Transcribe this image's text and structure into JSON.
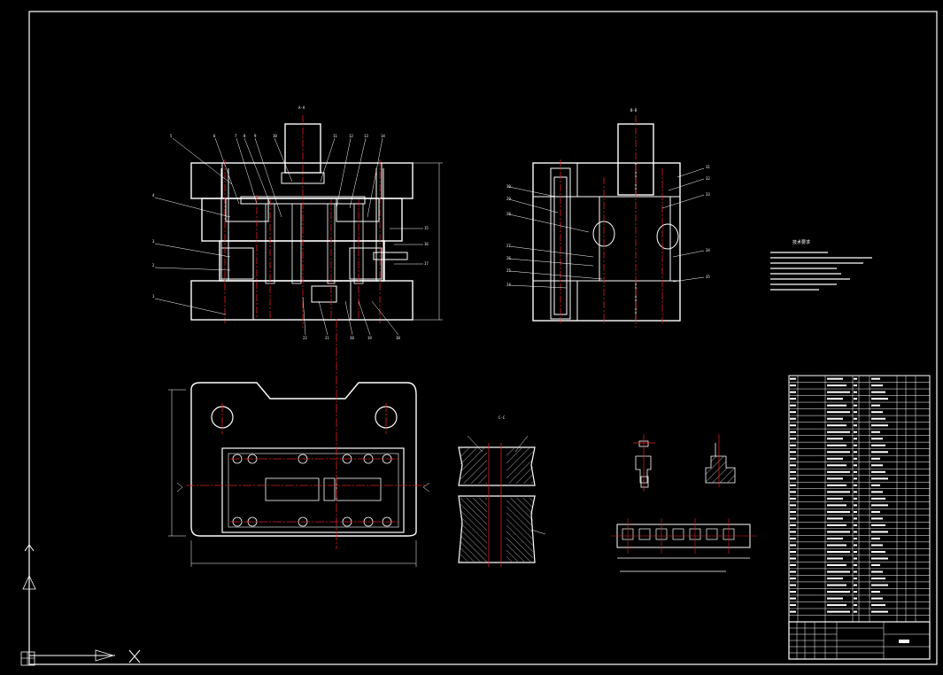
{
  "drawing": {
    "views": {
      "main_section": {
        "label": "A-A"
      },
      "side_section": {
        "label": "B-B"
      },
      "detail_section": {
        "label": "C-C"
      }
    },
    "part_callouts": {
      "main_top": [
        "5",
        "6",
        "7",
        "8",
        "9",
        "10",
        "11",
        "12",
        "13",
        "14"
      ],
      "main_left": [
        "4",
        "3",
        "2",
        "1"
      ],
      "main_right": [
        "15",
        "16",
        "17"
      ],
      "main_bottom": [
        "22",
        "21",
        "20",
        "19",
        "18"
      ],
      "side_left": [
        "30",
        "29",
        "28",
        "27",
        "26",
        "25",
        "24"
      ],
      "side_right": [
        "31",
        "32",
        "33",
        "34",
        "35"
      ]
    },
    "technical_requirements": {
      "title": "技术要求"
    },
    "colors": {
      "background": "#000000",
      "lines": "#ffffff",
      "centerlines": "#e02020"
    }
  }
}
